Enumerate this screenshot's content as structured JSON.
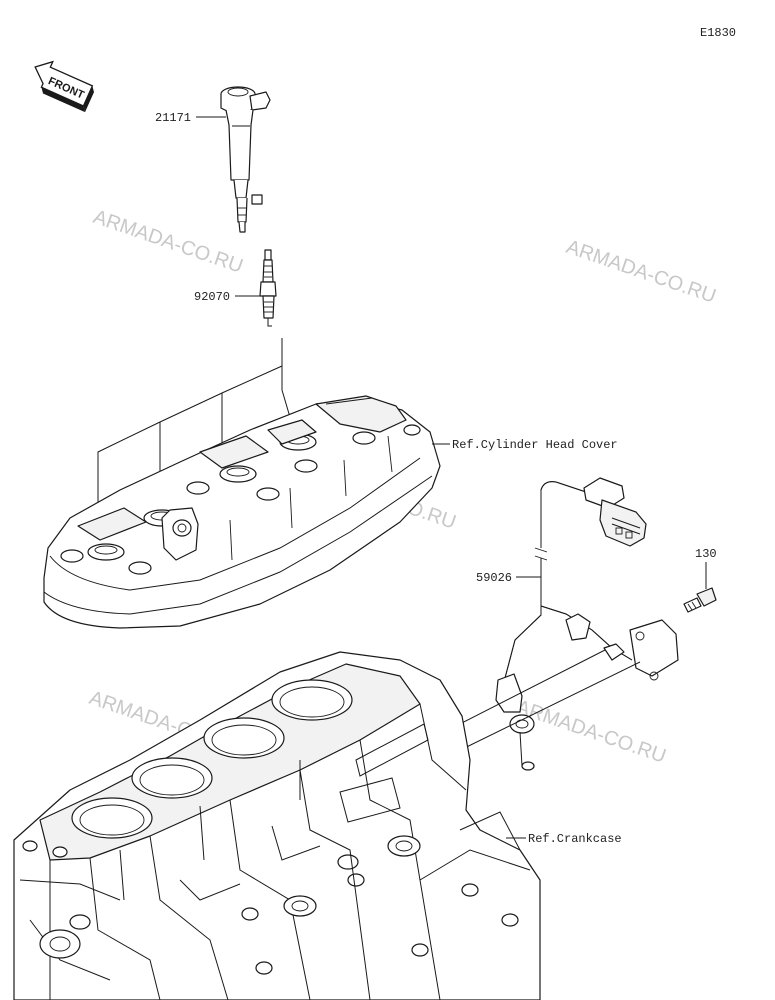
{
  "diagram_code": "E1830",
  "front_label": "FRONT",
  "watermark": "ARMADA-CO.RU",
  "parts": {
    "ignition_coil": "21171",
    "spark_plug": "92070",
    "cylinder_head_cover_ref": "Ref.Cylinder Head Cover",
    "harness": "59026",
    "bolt": "130",
    "crankcase_ref": "Ref.Crankcase"
  }
}
